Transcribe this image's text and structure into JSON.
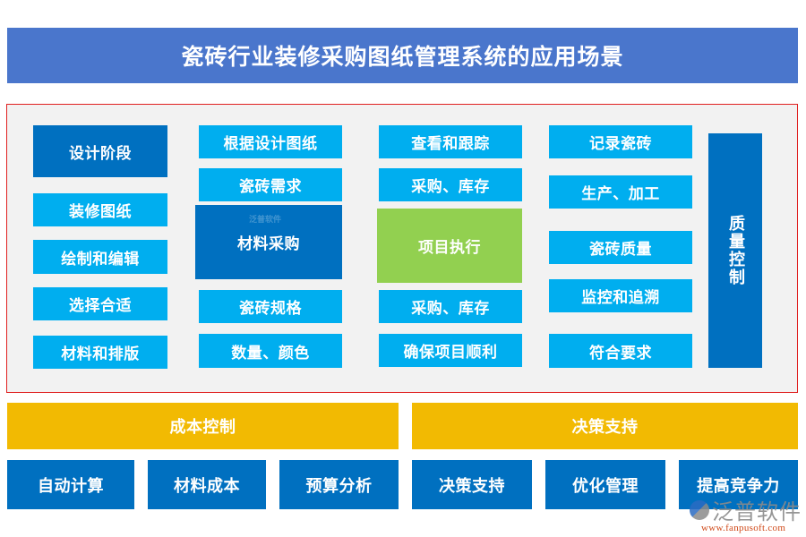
{
  "title": "瓷砖行业装修采购图纸管理系统的应用场景",
  "colors": {
    "title_bg": "#4A76CC",
    "panel_bg": "#F2F2F2",
    "panel_border": "#E02020",
    "light_blue": "#00AEEF",
    "dark_blue": "#0070C0",
    "green": "#92D050",
    "yellow": "#F2BA02"
  },
  "design_column": {
    "header": "设计阶段",
    "items": [
      "装修图纸",
      "绘制和编辑",
      "选择合适",
      "材料和排版"
    ]
  },
  "procurement_column": {
    "header": "材料采购",
    "items_top": [
      "根据设计图纸",
      "瓷砖需求"
    ],
    "items_bottom": [
      "瓷砖规格",
      "数量、颜色"
    ]
  },
  "execution_column": {
    "header": "项目执行",
    "items_top": [
      "查看和跟踪",
      "采购、库存"
    ],
    "items_bottom": [
      "采购、库存",
      "确保项目顺利"
    ]
  },
  "quality_column": {
    "items": [
      "记录瓷砖",
      "生产、加工",
      "瓷砖质量",
      "监控和追溯",
      "符合要求"
    ],
    "header": "质量控制"
  },
  "cost_control": {
    "header": "成本控制",
    "items": [
      "自动计算",
      "材料成本",
      "预算分析"
    ]
  },
  "decision_support": {
    "header": "决策支持",
    "items": [
      "决策支持",
      "优化管理",
      "提高竞争力"
    ]
  },
  "watermark": {
    "brand": "泛普软件",
    "url": "www.fanpusoft.com"
  }
}
